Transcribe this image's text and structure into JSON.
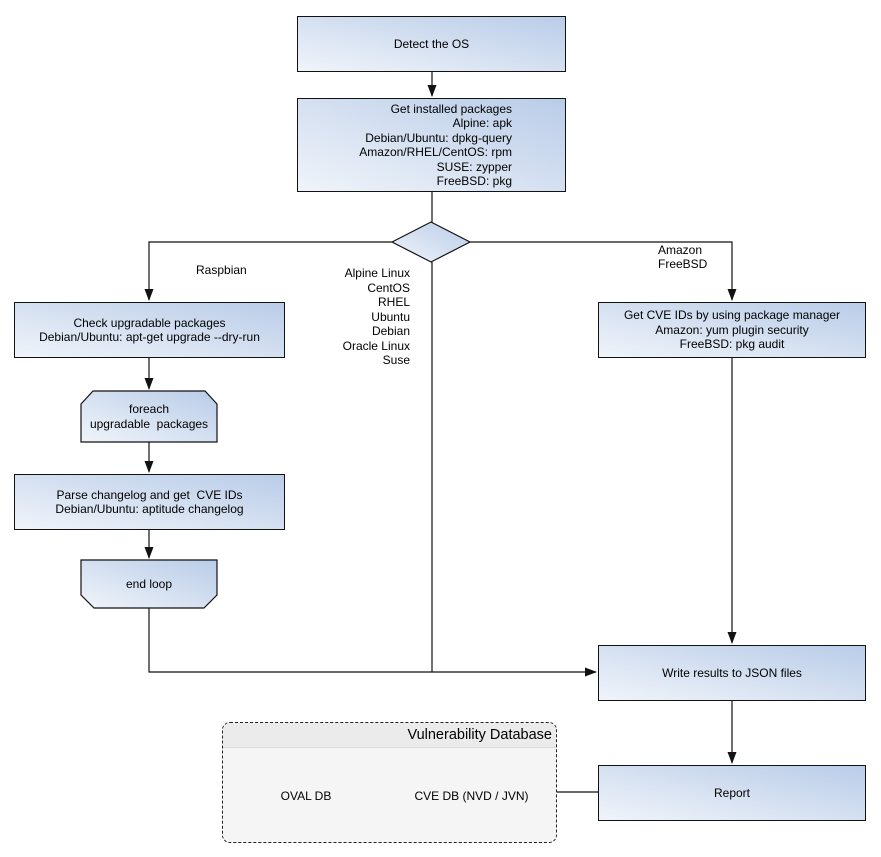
{
  "diagram": {
    "nodes": {
      "detect_os": "Detect the OS",
      "get_installed_packages": "Get installed packages\nAlpine: apk\nDebian/Ubuntu: dpkg-query\nAmazon/RHEL/CentOS: rpm\nSUSE: zypper\nFreeBSD: pkg",
      "check_upgradable": "Check upgradable packages\nDebian/Ubuntu: apt-get upgrade --dry-run",
      "foreach_loop": "foreach\nupgradable  packages",
      "parse_changelog": "Parse changelog and get  CVE IDs\nDebian/Ubuntu: aptitude changelog",
      "end_loop": "end loop",
      "get_cve_ids": "Get CVE IDs by using package manager\nAmazon: yum plugin security\nFreeBSD: pkg audit",
      "write_results": "Write results to JSON files",
      "report": "Report"
    },
    "edge_labels": {
      "raspbian": "Raspbian",
      "os_list": "Alpine Linux\nCentOS\nRHEL\nUbuntu\nDebian\nOracle Linux\nSuse",
      "amazon_freebsd": "Amazon\nFreeBSD"
    },
    "database": {
      "title": "Vulnerability Database",
      "cylinders": [
        "OVAL DB",
        "CVE DB (NVD / JVN)"
      ]
    },
    "colors": {
      "shape_fill_dark": "#b9cce8",
      "shape_fill_light": "#f0f4fa",
      "ellipse_fill": "#dfe8f4",
      "stroke": "#121212",
      "db_panel_bg": "#f5f5f5",
      "db_title_bg": "#ebebeb"
    }
  }
}
